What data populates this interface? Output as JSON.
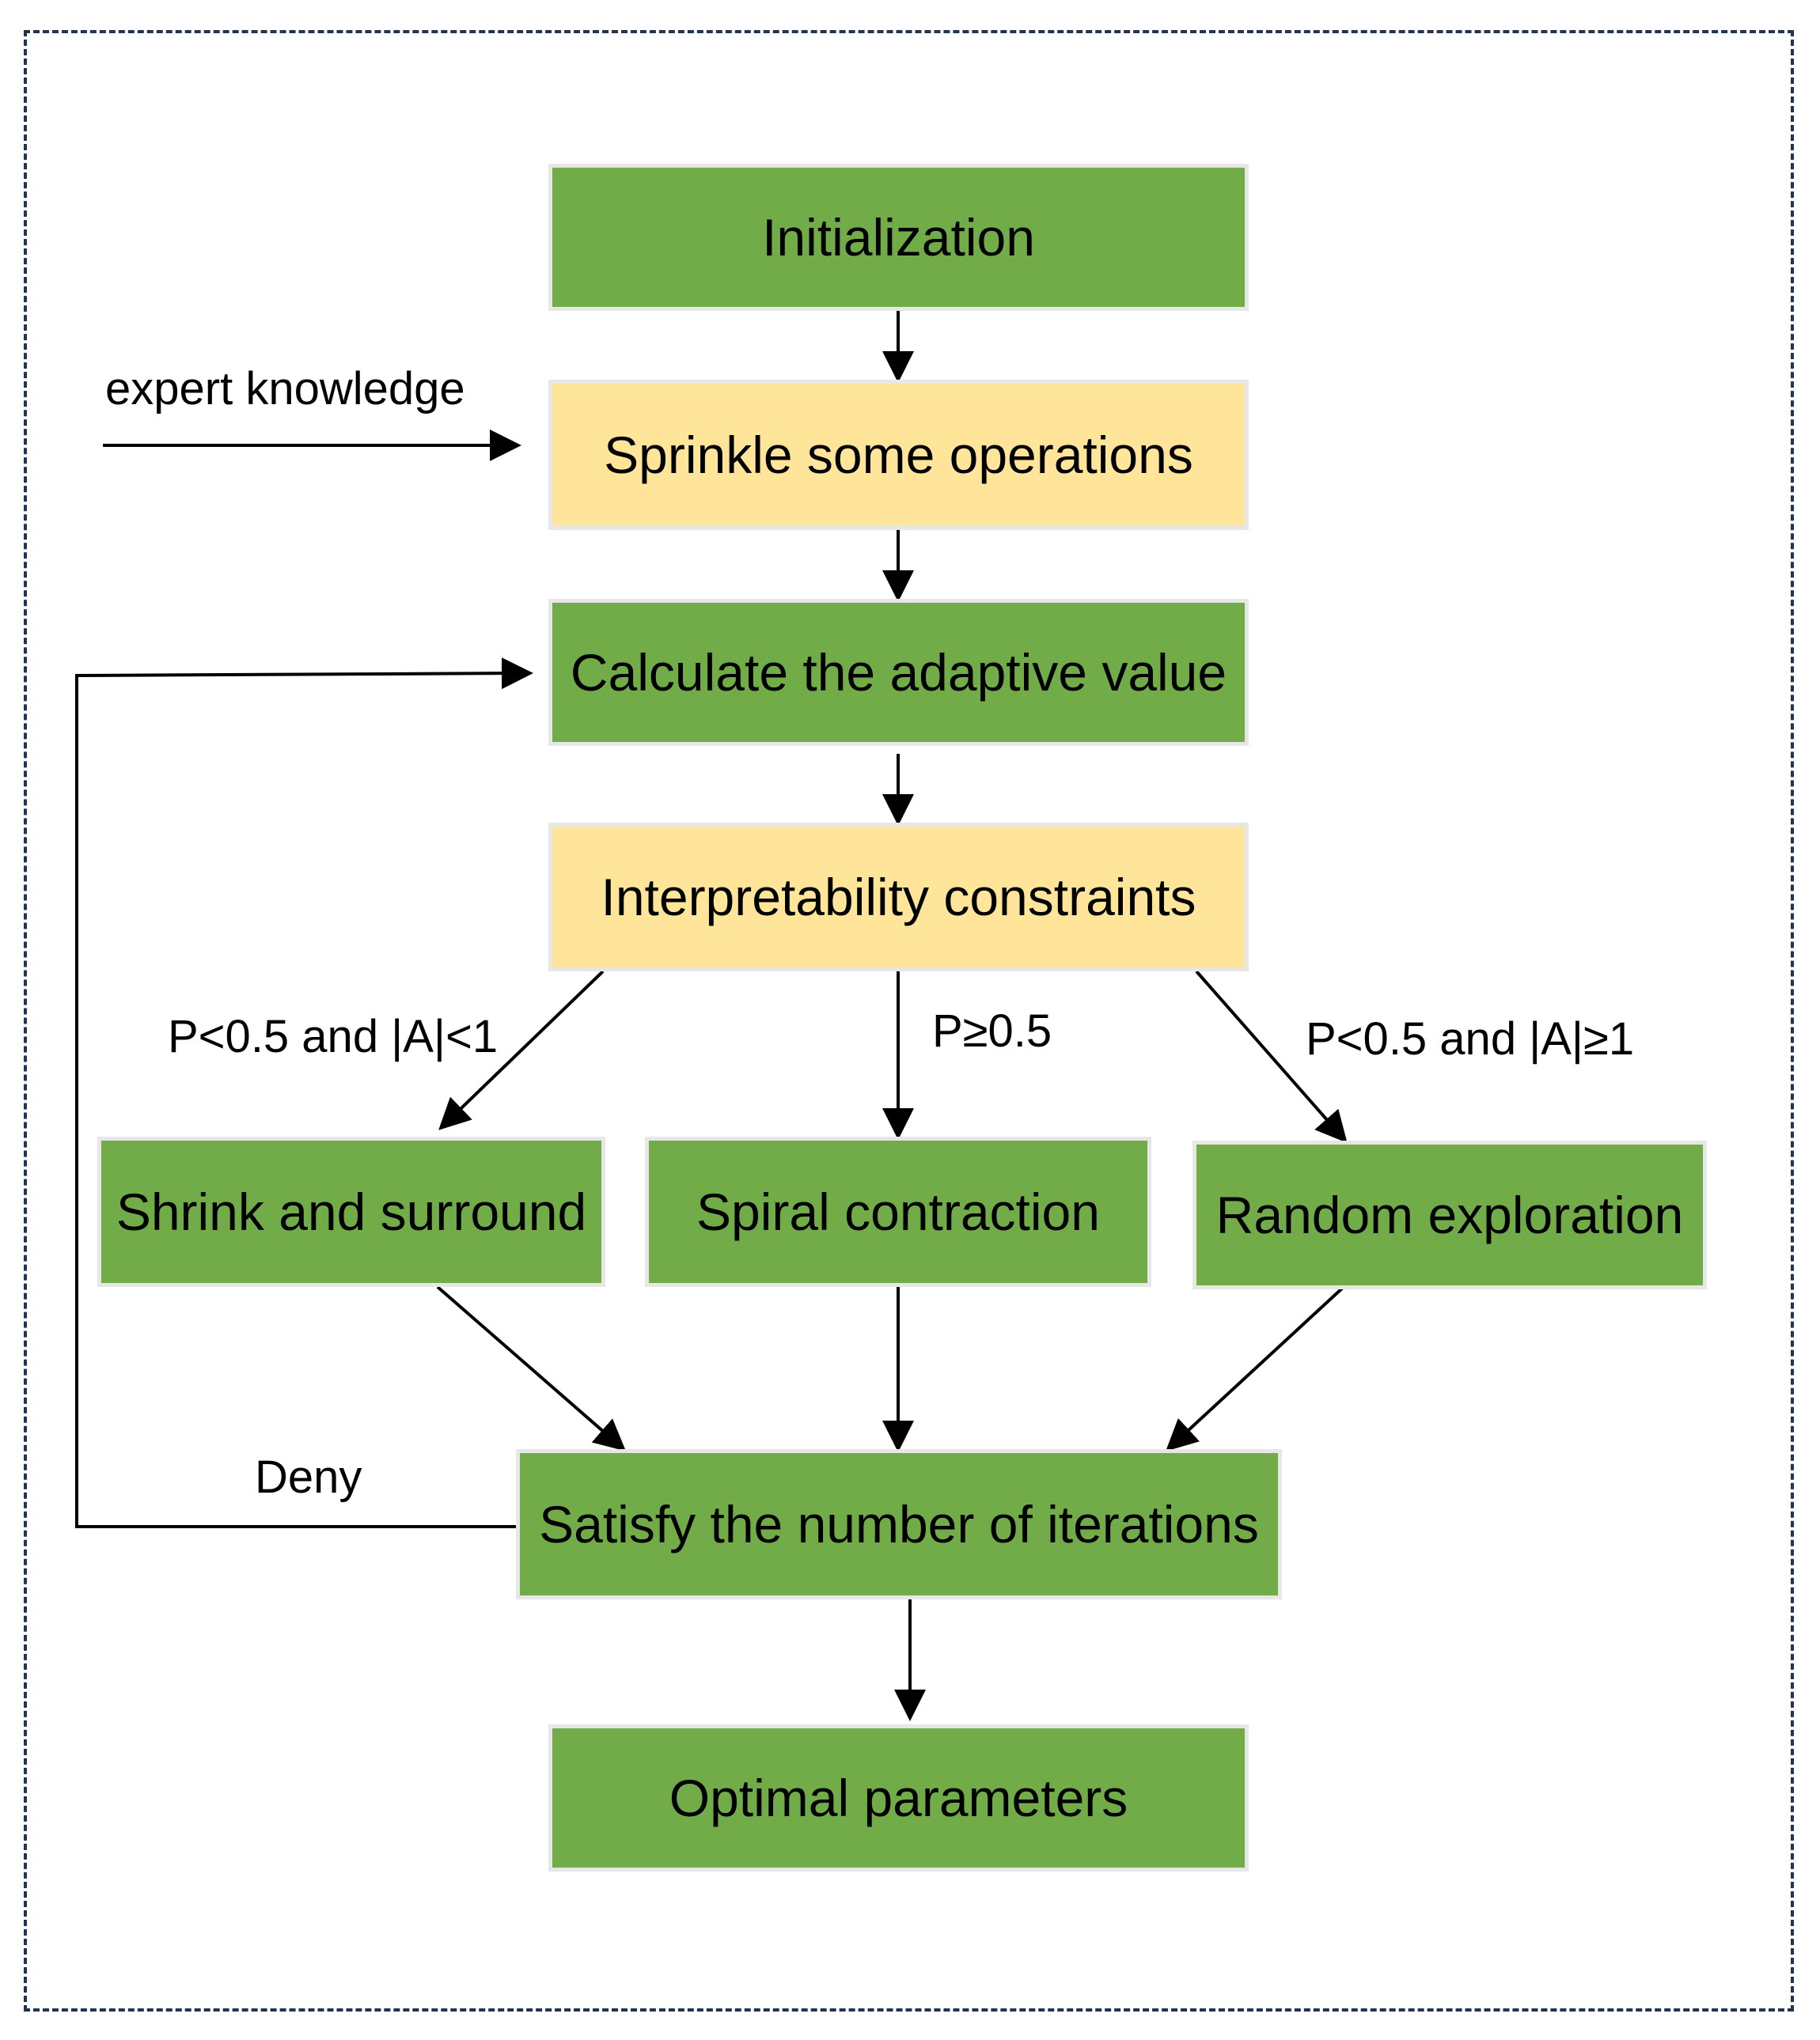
{
  "colors": {
    "green": "#72ac48",
    "yellow": "#ffe599",
    "frame": "#1f3550",
    "line": "#000000"
  },
  "nodes": {
    "initialization": "Initialization",
    "sprinkle": "Sprinkle some operations",
    "adaptive": "Calculate the adaptive value",
    "constraints": "Interpretability constraints",
    "shrink": "Shrink and surround",
    "spiral": "Spiral contraction",
    "random": "Random exploration",
    "iterations": "Satisfy the number of iterations",
    "optimal": "Optimal parameters"
  },
  "labels": {
    "expert": "expert knowledge",
    "cond_left": "P<0.5 and |A|<1",
    "cond_mid": "P≥0.5",
    "cond_right": "P<0.5 and |A|≥1",
    "deny": "Deny"
  }
}
